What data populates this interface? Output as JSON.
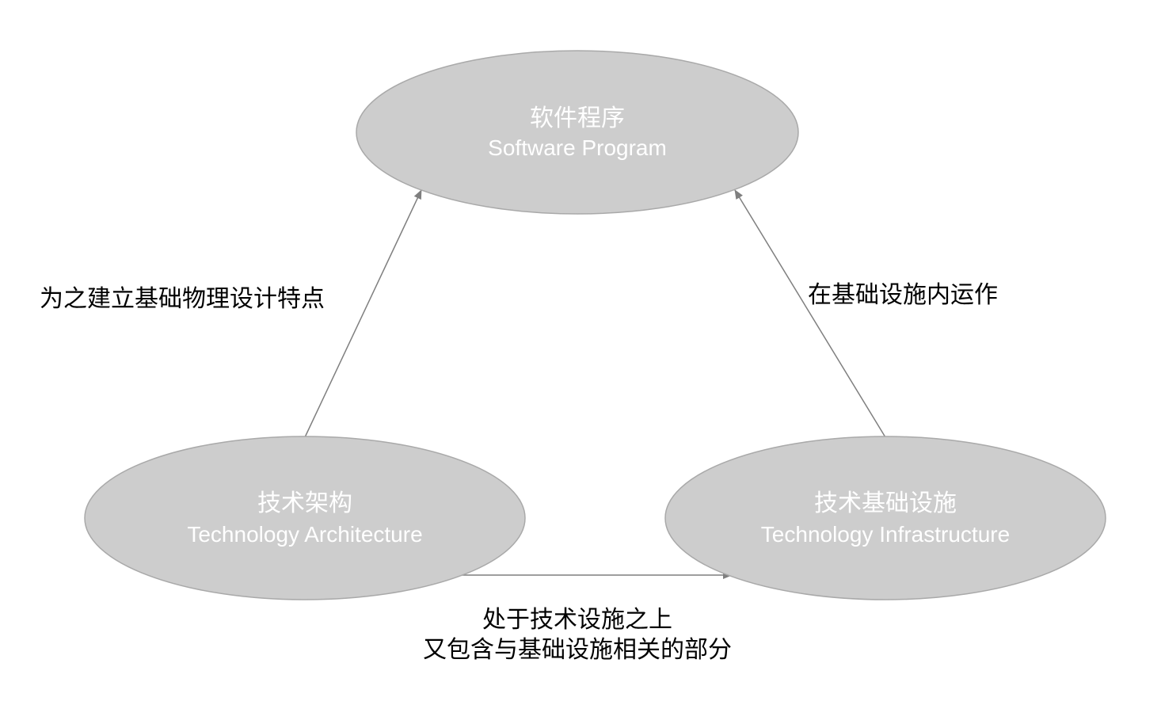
{
  "nodes": {
    "software": {
      "zh": "软件程序",
      "en": "Software Program"
    },
    "architecture": {
      "zh": "技术架构",
      "en": "Technology Architecture"
    },
    "infrastructure": {
      "zh": "技术基础设施",
      "en": "Technology Infrastructure"
    }
  },
  "edges": {
    "arch_to_software": "为之建立基础物理设计特点",
    "infra_to_software": "在基础设施内运作",
    "arch_to_infra_line1": "处于技术设施之上",
    "arch_to_infra_line2": "又包含与基础设施相关的部分"
  },
  "colors": {
    "node_fill": "#cdcdcd",
    "node_stroke": "#a9a9a9",
    "node_text": "#ffffff",
    "edge": "#7f7f7f",
    "label_text": "#000000"
  }
}
